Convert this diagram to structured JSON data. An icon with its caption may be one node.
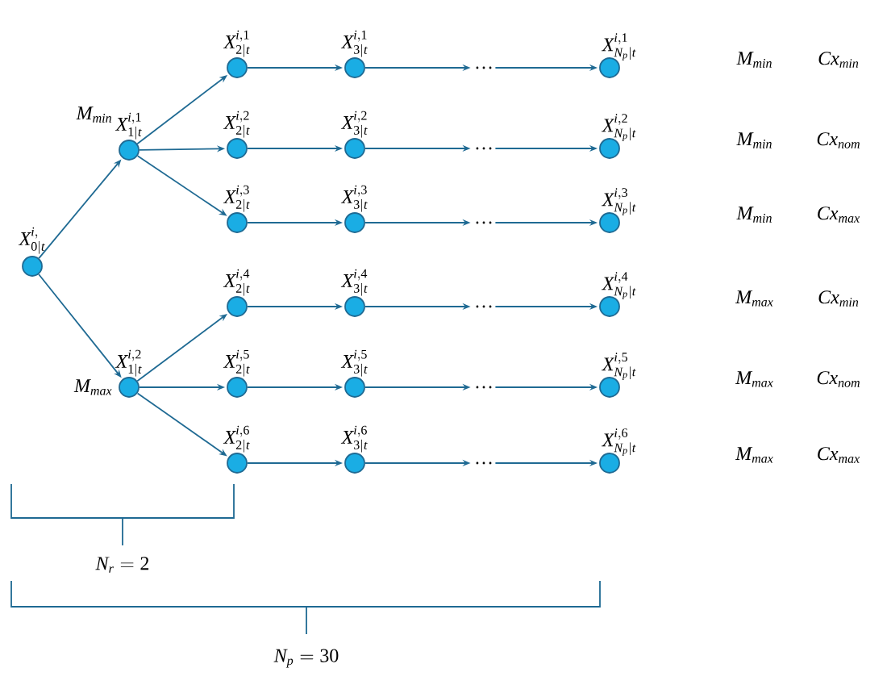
{
  "diagram": {
    "nodes": [
      {
        "text": [
          "X_{0|t}^{i,}"
        ]
      },
      {
        "text": [
          "X_{1|t}^{i,1}"
        ],
        "beside": [
          "M_{min}"
        ]
      },
      {
        "text": [
          "X_{1|t}^{i,2}"
        ],
        "beside": [
          "M_{max}"
        ]
      },
      {
        "text": [
          "X_{2|t}^{i,1}"
        ]
      },
      {
        "text": [
          "X_{3|t}^{i,1}"
        ]
      },
      {
        "text": [
          "…"
        ]
      },
      {
        "text": [
          "X_{N_p|t}^{i,1}"
        ]
      },
      {
        "text": [
          "X_{2|t}^{i,2}"
        ]
      },
      {
        "text": [
          "X_{3|t}^{i,2}"
        ]
      },
      {
        "text": [
          "…"
        ]
      },
      {
        "text": [
          "X_{N_p|t}^{i,2}"
        ]
      },
      {
        "text": [
          "X_{2|t}^{i,3}"
        ]
      },
      {
        "text": [
          "X_{3|t}^{i,3}"
        ]
      },
      {
        "text": [
          "…"
        ]
      },
      {
        "text": [
          "X_{N_p|t}^{i,3}"
        ]
      },
      {
        "text": [
          "X_{2|t}^{i,4}"
        ]
      },
      {
        "text": [
          "X_{3|t}^{i,4}"
        ]
      },
      {
        "text": [
          "…"
        ]
      },
      {
        "text": [
          "X_{N_p|t}^{i,4}"
        ]
      },
      {
        "text": [
          "X_{2|t}^{i,5}"
        ]
      },
      {
        "text": [
          "X_{3|t}^{i,5}"
        ]
      },
      {
        "text": [
          "…"
        ]
      },
      {
        "text": [
          "X_{N_p|t}^{i,5}"
        ]
      },
      {
        "text": [
          "X_{2|t}^{i,6}"
        ]
      },
      {
        "text": [
          "X_{3|t}^{i,6}"
        ]
      },
      {
        "text": [
          "…"
        ]
      },
      {
        "text": [
          "X_{N_p|t}^{i,6}"
        ]
      }
    ],
    "edges": [
      {
        "from": 0,
        "to": 1,
        "arrow": "to"
      },
      {
        "from": 0,
        "to": 2,
        "arrow": "to"
      },
      {
        "from": 1,
        "to": 3,
        "arrow": "to"
      },
      {
        "from": 1,
        "to": 7,
        "arrow": "to"
      },
      {
        "from": 1,
        "to": 11,
        "arrow": "to"
      },
      {
        "from": 2,
        "to": 15,
        "arrow": "to"
      },
      {
        "from": 2,
        "to": 19,
        "arrow": "to"
      },
      {
        "from": 2,
        "to": 23,
        "arrow": "to"
      },
      {
        "from": 3,
        "to": 4,
        "arrow": "to"
      },
      {
        "from": 4,
        "to": 5,
        "arrow": "to"
      },
      {
        "from": 5,
        "to": 6,
        "arrow": "to"
      },
      {
        "from": 7,
        "to": 8,
        "arrow": "to"
      },
      {
        "from": 8,
        "to": 9,
        "arrow": "to"
      },
      {
        "from": 9,
        "to": 10,
        "arrow": "to"
      },
      {
        "from": 11,
        "to": 12,
        "arrow": "to"
      },
      {
        "from": 12,
        "to": 13,
        "arrow": "to"
      },
      {
        "from": 13,
        "to": 14,
        "arrow": "to"
      },
      {
        "from": 15,
        "to": 16,
        "arrow": "to"
      },
      {
        "from": 16,
        "to": 17,
        "arrow": "to"
      },
      {
        "from": 17,
        "to": 18,
        "arrow": "to"
      },
      {
        "from": 19,
        "to": 20,
        "arrow": "to"
      },
      {
        "from": 20,
        "to": 21,
        "arrow": "to"
      },
      {
        "from": 21,
        "to": 22,
        "arrow": "to"
      },
      {
        "from": 23,
        "to": 24,
        "arrow": "to"
      },
      {
        "from": 24,
        "to": 25,
        "arrow": "to"
      },
      {
        "from": 25,
        "to": 26,
        "arrow": "to"
      }
    ],
    "labels": [
      "M_{min}",
      "Cx_{min}",
      "M_{min}",
      "Cx_{nom}",
      "M_{min}",
      "Cx_{max}",
      "M_{max}",
      "Cx_{min}",
      "M_{max}",
      "Cx_{nom}",
      "M_{max}",
      "Cx_{max}",
      "N_r = 2",
      "N_p = 30"
    ]
  }
}
